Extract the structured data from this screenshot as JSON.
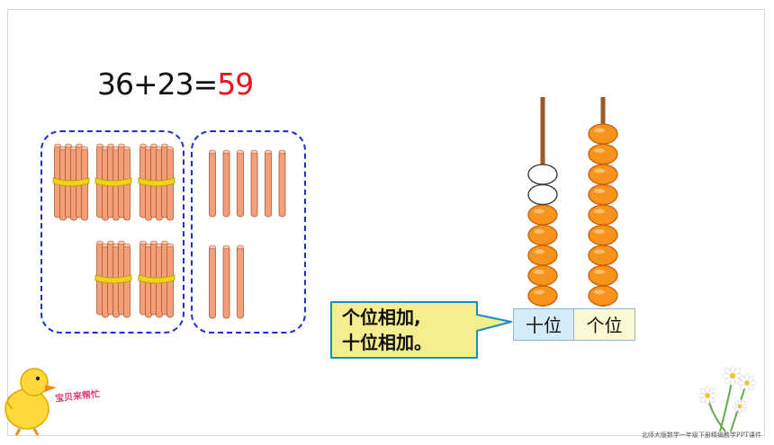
{
  "equation": {
    "expression": "36+23=",
    "result": "59"
  },
  "bundles_of_ten": 5,
  "single_sticks": 9,
  "speech_bubble": {
    "line1": "个位相加,",
    "line2": "十位相加。"
  },
  "abacus": {
    "tens_label": "十位",
    "ones_label": "个位",
    "tens_beads": 5,
    "ones_beads": 9,
    "bead_color": "#f7941d",
    "empty_bead_color": "#ffffff"
  },
  "brand_text": "宝贝来帮忙",
  "watermark": "北师大版数学一年级下册精编教学PPT课件",
  "colors": {
    "dash": "#1d2fd1",
    "stick": "#f2a07a",
    "tie": "#f0d21a",
    "answer": "#e8141b"
  }
}
